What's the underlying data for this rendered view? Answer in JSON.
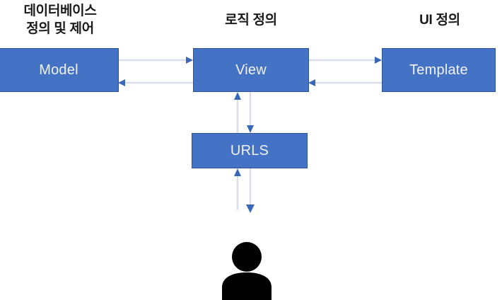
{
  "diagram": {
    "title_columns": [
      {
        "id": "db",
        "label": "데이터베이스\n정의 및 제어"
      },
      {
        "id": "logic",
        "label": "로직 정의"
      },
      {
        "id": "ui",
        "label": "UI 정의"
      }
    ],
    "nodes": [
      {
        "id": "model",
        "label": "Model"
      },
      {
        "id": "view",
        "label": "View"
      },
      {
        "id": "template",
        "label": "Template"
      },
      {
        "id": "urls",
        "label": "URLS"
      }
    ],
    "actor": {
      "icon": "person-icon",
      "label": ""
    },
    "connectors": [
      {
        "id": "model-to-view",
        "from": "model",
        "to": "view",
        "direction": "right"
      },
      {
        "id": "view-to-model",
        "from": "view",
        "to": "model",
        "direction": "left"
      },
      {
        "id": "view-to-template",
        "from": "view",
        "to": "template",
        "direction": "right"
      },
      {
        "id": "template-to-view",
        "from": "template",
        "to": "view",
        "direction": "left"
      },
      {
        "id": "urls-to-view",
        "from": "urls",
        "to": "view",
        "direction": "up"
      },
      {
        "id": "view-to-urls",
        "from": "view",
        "to": "urls",
        "direction": "down"
      },
      {
        "id": "user-to-urls",
        "from": "user",
        "to": "urls",
        "direction": "up"
      },
      {
        "id": "urls-to-user",
        "from": "urls",
        "to": "user",
        "direction": "down"
      }
    ],
    "colors": {
      "node_fill": "#4472C4",
      "node_border": "#2F5496",
      "node_text": "#F2F2F2",
      "connector_line": "#D9DEE8",
      "arrow_head": "#3A68B8",
      "title_text": "#1A1A1A",
      "actor_fill": "#000000",
      "background": "#FFFFFF"
    }
  }
}
